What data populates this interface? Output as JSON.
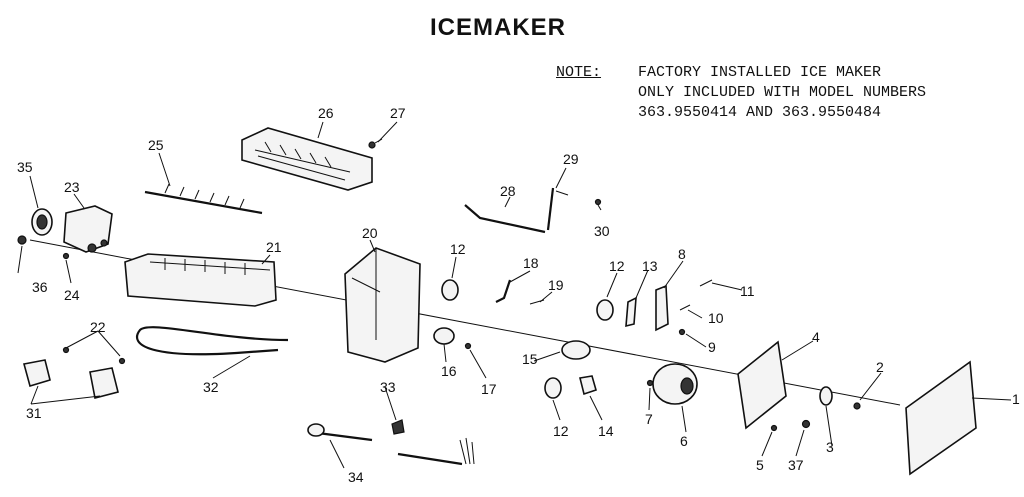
{
  "title": "ICEMAKER",
  "note": {
    "label": "NOTE:",
    "lines": [
      "FACTORY INSTALLED ICE MAKER",
      "ONLY INCLUDED WITH MODEL NUMBERS",
      "363.9550414 AND 363.9550484"
    ]
  },
  "parts": [
    "1",
    "2",
    "3",
    "4",
    "5",
    "6",
    "7",
    "8",
    "9",
    "10",
    "11",
    "12",
    "12",
    "12",
    "13",
    "14",
    "15",
    "16",
    "17",
    "18",
    "19",
    "20",
    "21",
    "22",
    "23",
    "24",
    "25",
    "26",
    "27",
    "28",
    "29",
    "30",
    "31",
    "32",
    "33",
    "34",
    "35",
    "36",
    "37"
  ]
}
